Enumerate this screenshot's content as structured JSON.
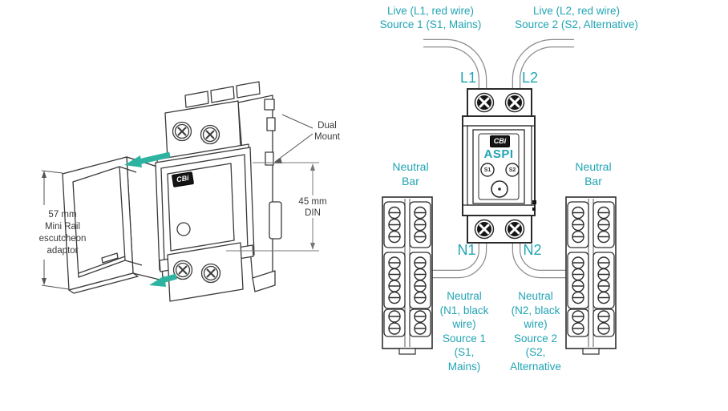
{
  "colors": {
    "label_teal": "#21a4b4",
    "arrow_teal": "#2db3a0",
    "line_dark": "#3a3a3a",
    "wire_gray": "#8c8c8c"
  },
  "left_illustration": {
    "adaptor_dimension_label": "57 mm\nMini Rail\nescutcheon\nadaptor",
    "dual_mount_label": "Dual\nMount",
    "din_dimension_label": "45 mm\nDIN",
    "device_logo": "CBi"
  },
  "wiring_diagram": {
    "source1_live_label": "Live (L1, red wire)\nSource 1 (S1, Mains)",
    "source2_live_label": "Live (L2, red wire)\nSource 2 (S2, Alternative)",
    "terminal_l1": "L1",
    "terminal_l2": "L2",
    "terminal_n1": "N1",
    "terminal_n2": "N2",
    "neutral_bar_left_label": "Neutral\nBar",
    "neutral_bar_right_label": "Neutral\nBar",
    "source1_neutral_label": "Neutral\n(N1, black\nwire)\nSource 1\n(S1,\nMains)",
    "source2_neutral_label": "Neutral\n(N2, black\nwire)\nSource 2\n(S2,\nAlternative",
    "device": {
      "logo": "CBi",
      "model": "ASPI",
      "indicator_s1": "S1",
      "indicator_s2": "S2"
    }
  }
}
